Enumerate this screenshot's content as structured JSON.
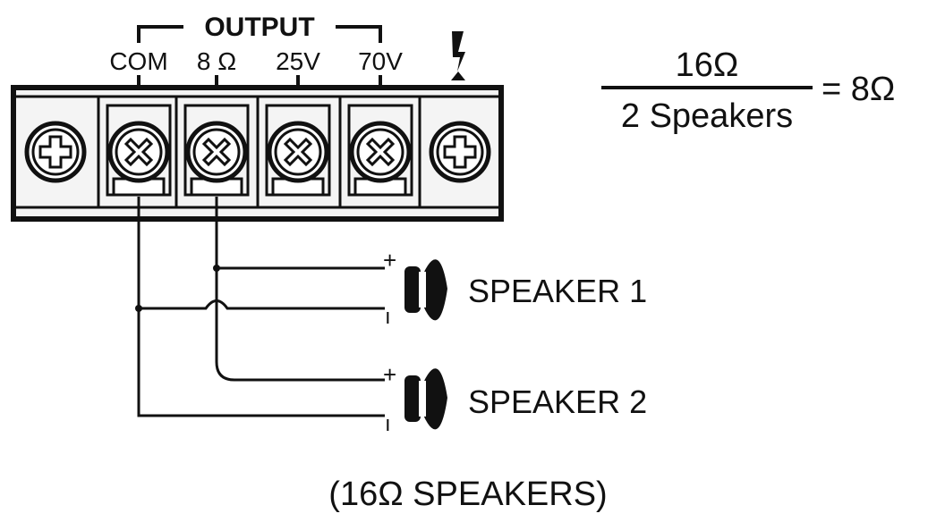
{
  "output_header": "OUTPUT",
  "terminals": [
    {
      "label": "COM"
    },
    {
      "label": "8 Ω"
    },
    {
      "label": "25V"
    },
    {
      "label": "70V"
    }
  ],
  "ground_icon": "lightning-bolt-icon",
  "formula": {
    "numerator": "16Ω",
    "denominator": "2 Speakers",
    "result": "= 8Ω"
  },
  "speakers": [
    {
      "label": "SPEAKER 1",
      "plus": "+",
      "minus": "ı"
    },
    {
      "label": "SPEAKER 2",
      "plus": "+",
      "minus": "ı"
    }
  ],
  "footnote": "(16Ω SPEAKERS)",
  "colors": {
    "ink": "#111111",
    "panel": "#f4f4f4"
  }
}
